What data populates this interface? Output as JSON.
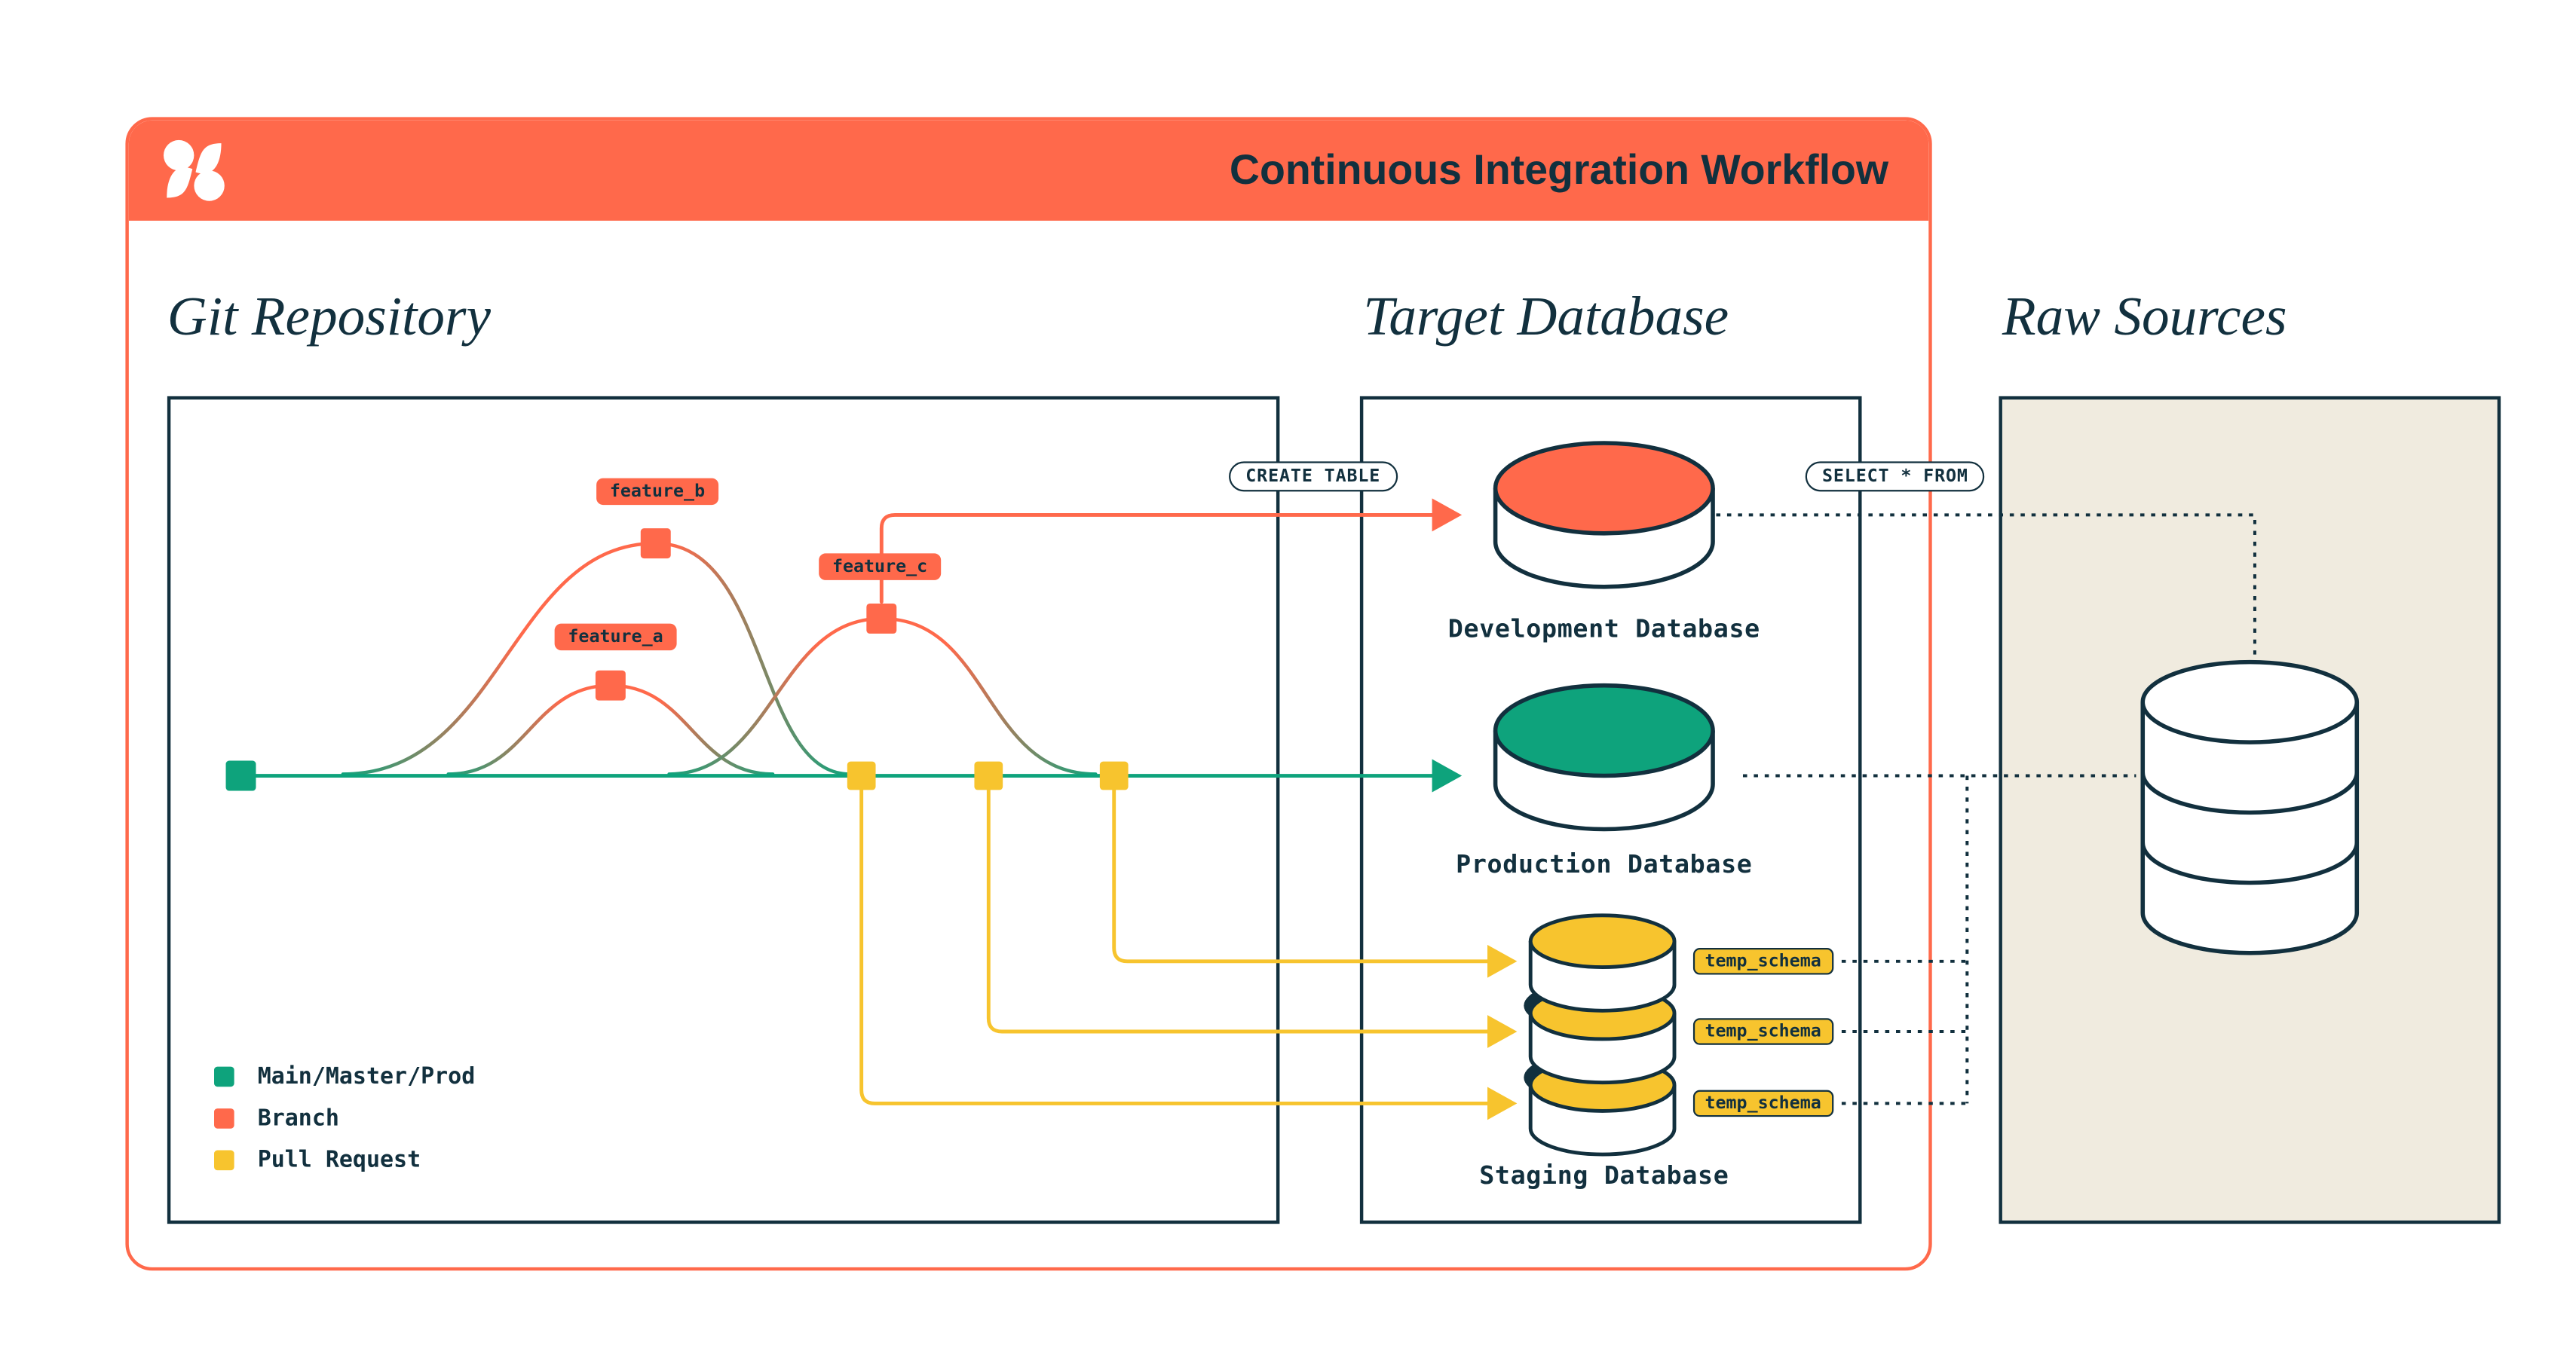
{
  "header": {
    "title": "Continuous Integration Workflow",
    "logo": "dbt-logo"
  },
  "headings": {
    "git": "Git Repository",
    "target": "Target Database",
    "raw": "Raw Sources"
  },
  "git_graph": {
    "branch_labels": {
      "feature_a": "feature_a",
      "feature_b": "feature_b",
      "feature_c": "feature_c"
    },
    "legend": [
      {
        "label": "Main/Master/Prod",
        "color": "#0EA37C"
      },
      {
        "label": "Branch",
        "color": "#FF694B"
      },
      {
        "label": "Pull Request",
        "color": "#F7C42E"
      }
    ]
  },
  "target_db": {
    "databases": [
      {
        "name": "Development Database",
        "top_color": "#FF694B"
      },
      {
        "name": "Production Database",
        "top_color": "#0EA37C"
      },
      {
        "name": "Staging Database",
        "top_color": "#F7C42E"
      }
    ],
    "temp_schema_labels": [
      "temp_schema",
      "temp_schema",
      "temp_schema"
    ]
  },
  "annotations": {
    "create_table": "CREATE TABLE",
    "select_from": "SELECT * FROM"
  },
  "colors": {
    "orange": "#FF694B",
    "teal": "#0EA37C",
    "yellow": "#F7C42E",
    "navy": "#12303E",
    "beige": "#F0EBDF",
    "white": "#FFFFFF"
  }
}
